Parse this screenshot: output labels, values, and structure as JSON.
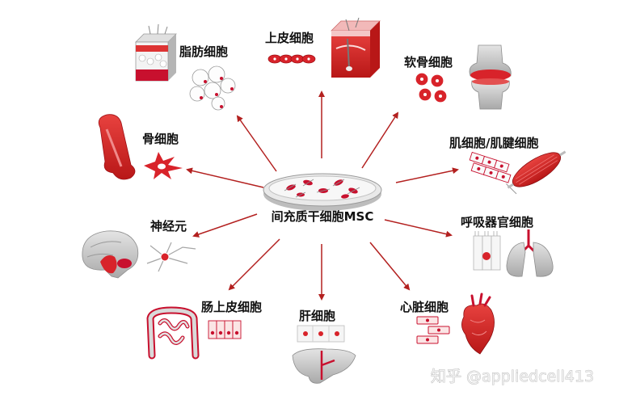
{
  "center": {
    "label": "间充质干细胞MSC"
  },
  "labels": {
    "adipocyte": "脂肪细胞",
    "epithelial": "上皮细胞",
    "chondrocyte": "软骨细胞",
    "osteocyte": "骨细胞",
    "myocyte": "肌细胞/肌腱细胞",
    "neuron": "神经元",
    "respiratory": "呼吸器官细胞",
    "intestinal": "肠上皮细胞",
    "hepatocyte": "肝细胞",
    "cardiomyocyte": "心脏细胞"
  },
  "watermark": {
    "text": "知乎 @appliedcell413"
  },
  "colors": {
    "accent": "#c8102e",
    "arrow": "#b3201f",
    "tissue_gray": "#bfbfbf"
  }
}
